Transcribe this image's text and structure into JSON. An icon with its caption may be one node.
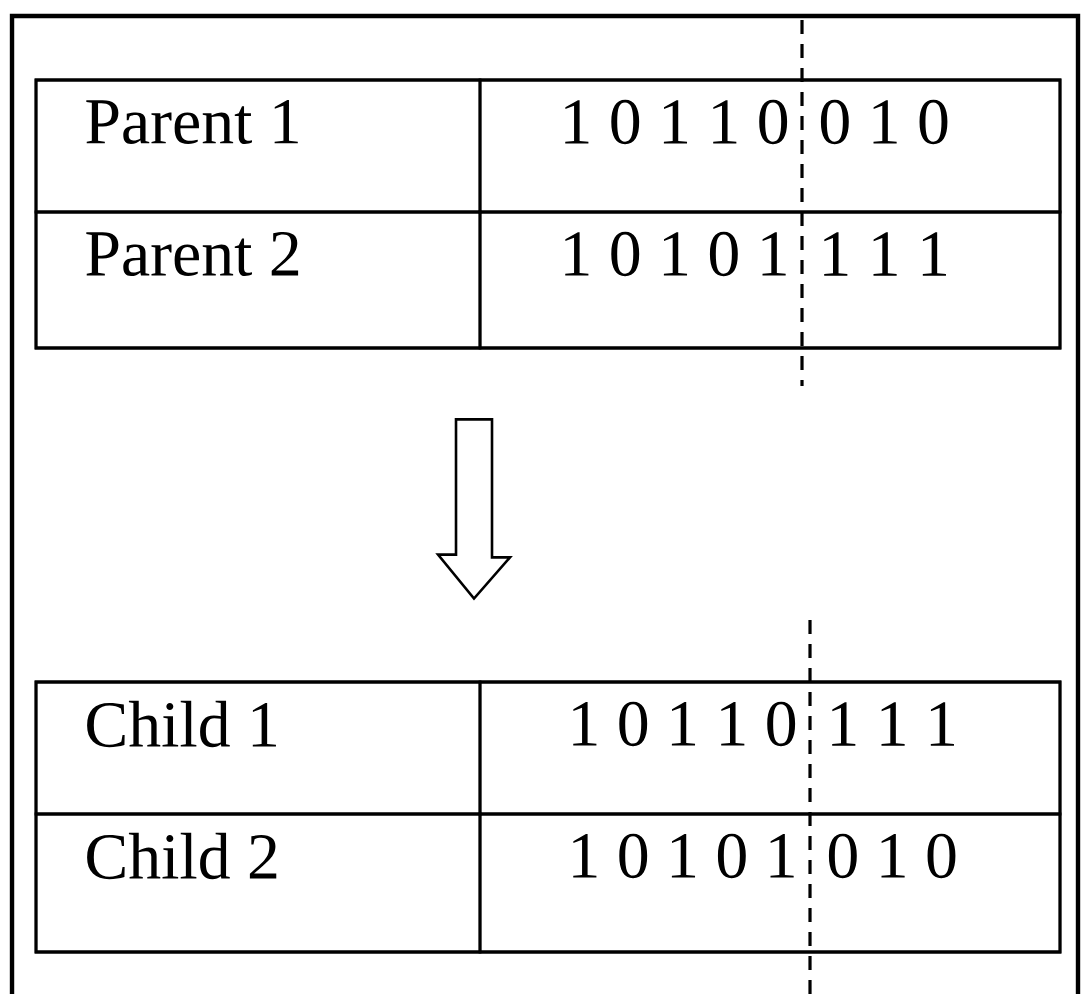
{
  "diagram": {
    "nodes": [
      {
        "text": [],
        "shape": "box"
      },
      {
        "text": [
          "Parent 1"
        ],
        "in": 0
      },
      {
        "text": [
          "1 0 1 1 0",
          "0 1 0"
        ],
        "in": 0
      },
      {
        "text": [
          "Parent 2"
        ],
        "in": 0
      },
      {
        "text": [
          "1 0 1 0 1",
          "1 1 1"
        ],
        "in": 0
      },
      {
        "text": [],
        "shape": "box"
      },
      {
        "text": [
          "Child 1"
        ],
        "in": 5
      },
      {
        "text": [
          "1 0 1 1 0",
          "1 1 1"
        ],
        "in": 5
      },
      {
        "text": [
          "Child 2"
        ],
        "in": 5
      },
      {
        "text": [
          "1 0 1 0 1",
          "0 1 0"
        ],
        "in": 5
      }
    ],
    "edges": [
      {
        "from": 0,
        "to": 5,
        "arrow": "to"
      }
    ]
  }
}
